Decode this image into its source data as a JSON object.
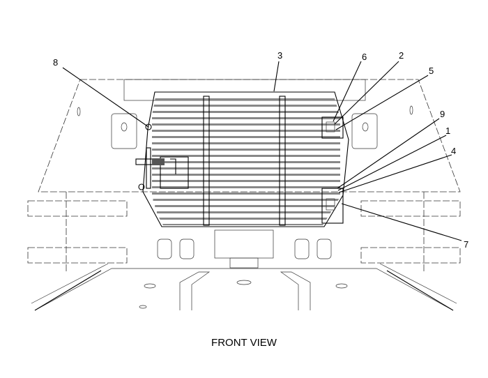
{
  "diagram": {
    "caption": "FRONT VIEW",
    "callouts": [
      {
        "id": "8",
        "text": "8"
      },
      {
        "id": "3",
        "text": "3"
      },
      {
        "id": "6",
        "text": "6"
      },
      {
        "id": "2",
        "text": "2"
      },
      {
        "id": "5",
        "text": "5"
      },
      {
        "id": "9",
        "text": "9"
      },
      {
        "id": "1",
        "text": "1"
      },
      {
        "id": "4",
        "text": "4"
      },
      {
        "id": "7",
        "text": "7"
      }
    ]
  }
}
